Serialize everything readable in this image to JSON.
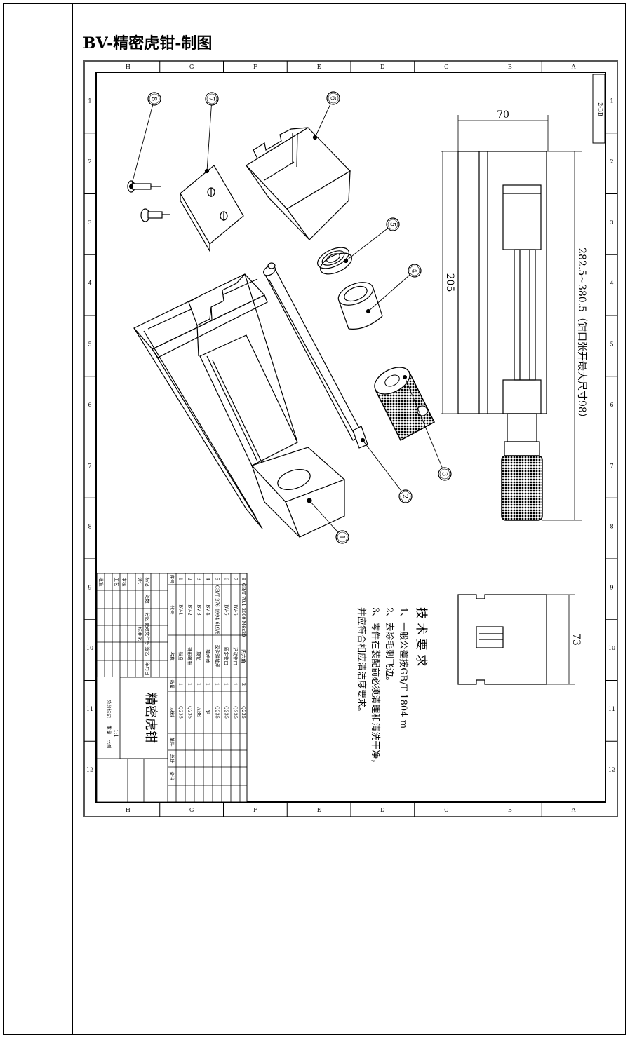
{
  "page": {
    "title": "BV-精密虎钳-制图"
  },
  "sheet": {
    "columns_top": [
      "H",
      "G",
      "F",
      "E",
      "D",
      "C",
      "B",
      "A"
    ],
    "columns_bottom": [
      "H",
      "G",
      "F",
      "E",
      "D",
      "C",
      "B",
      "A"
    ],
    "rows": [
      "1",
      "2",
      "3",
      "4",
      "5",
      "6",
      "7",
      "8",
      "9",
      "10",
      "11",
      "12"
    ],
    "sheet_code": "2-BB"
  },
  "parts_callouts": [
    "1",
    "2",
    "3",
    "4",
    "5",
    "6",
    "7",
    "8"
  ],
  "dimensions": {
    "width_top": "70",
    "body_length": "205",
    "opening_range": "282.5~380.5（钳口张开最大尺寸98）",
    "end_height": "73"
  },
  "technical_requirements": {
    "heading": "技 术 要 求",
    "items": [
      "1、一般公差按GB/T 1804-m",
      "2、去除毛刺飞边。",
      "3、零件在装配前必须清理和清洗干净，",
      "并应符合相应清洁度要求。"
    ]
  },
  "title_block": {
    "drawing_name": "精密虎钳",
    "scale": "1:1",
    "bom_header": [
      "序号",
      "代号",
      "名称",
      "数量",
      "材料",
      "单件",
      "总计",
      "备注"
    ],
    "bom_rows": [
      {
        "no": "8",
        "code": "GB/T 70.1-2000 M6x20",
        "name": "内六角",
        "qty": "2",
        "material": "Q235"
      },
      {
        "no": "7",
        "code": "BV-6",
        "name": "活动钳口",
        "qty": "1",
        "material": "Q235"
      },
      {
        "no": "6",
        "code": "BV-5",
        "name": "固定钳口",
        "qty": "1",
        "material": "Q235"
      },
      {
        "no": "5",
        "code": "GB/T 276-1994 619/8",
        "name": "深沟球轴承",
        "qty": "1",
        "material": "Q235"
      },
      {
        "no": "4",
        "code": "BV-4",
        "name": "轴承套",
        "qty": "1",
        "material": "铜"
      },
      {
        "no": "3",
        "code": "BV-3",
        "name": "旋钮",
        "qty": "1",
        "material": "ABS"
      },
      {
        "no": "2",
        "code": "BV-2",
        "name": "梯形螺杆",
        "qty": "1",
        "material": "Q235"
      },
      {
        "no": "1",
        "code": "BV-1",
        "name": "钳身",
        "qty": "1",
        "material": "Q235"
      }
    ],
    "labels": {
      "mark": "标记",
      "count": "处数",
      "zone": "分区",
      "change_doc": "更改文件号",
      "sign": "签名",
      "date": "年月日",
      "design": "设计",
      "standard": "标准化",
      "stage": "阶段标记",
      "weight": "重量",
      "ratio": "比例",
      "review": "审核",
      "process": "工艺",
      "approve": "批准"
    }
  }
}
